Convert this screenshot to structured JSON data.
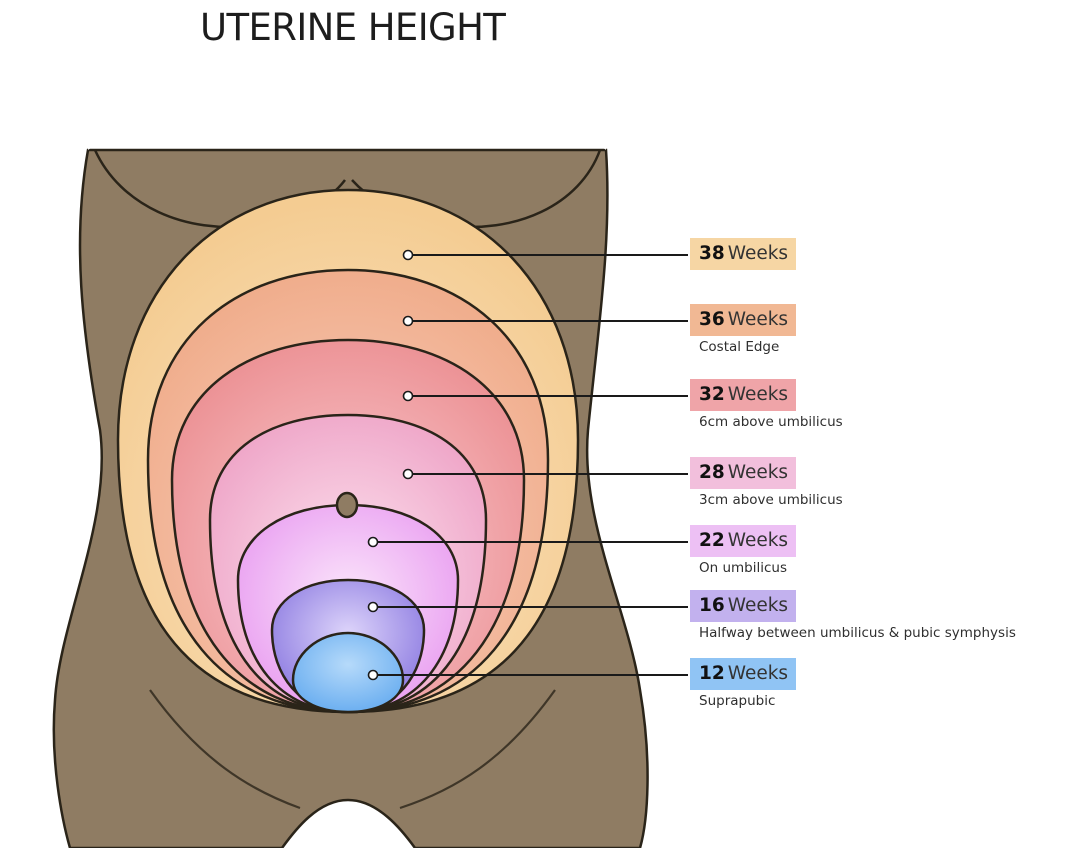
{
  "title": "UTERINE HEIGHT",
  "stages": [
    {
      "weeks": "38",
      "unit": "Weeks",
      "description": "",
      "color": "#f6d6a4"
    },
    {
      "weeks": "36",
      "unit": "Weeks",
      "description": "Costal Edge",
      "color": "#f1b894"
    },
    {
      "weeks": "32",
      "unit": "Weeks",
      "description": "6cm above umbilicus",
      "color": "#efa4a8"
    },
    {
      "weeks": "28",
      "unit": "Weeks",
      "description": "3cm above umbilicus",
      "color": "#f2bfdc"
    },
    {
      "weeks": "22",
      "unit": "Weeks",
      "description": "On umbilicus",
      "color": "#edc0f4"
    },
    {
      "weeks": "16",
      "unit": "Weeks",
      "description": "Halfway between umbilicus & pubic symphysis",
      "color": "#c2b1ee"
    },
    {
      "weeks": "12",
      "unit": "Weeks",
      "description": "Suprapubic",
      "color": "#90c4f4"
    }
  ],
  "colors": {
    "skin": "#8f7c63",
    "outline": "#2a2419",
    "title": "#1d1d1d"
  }
}
